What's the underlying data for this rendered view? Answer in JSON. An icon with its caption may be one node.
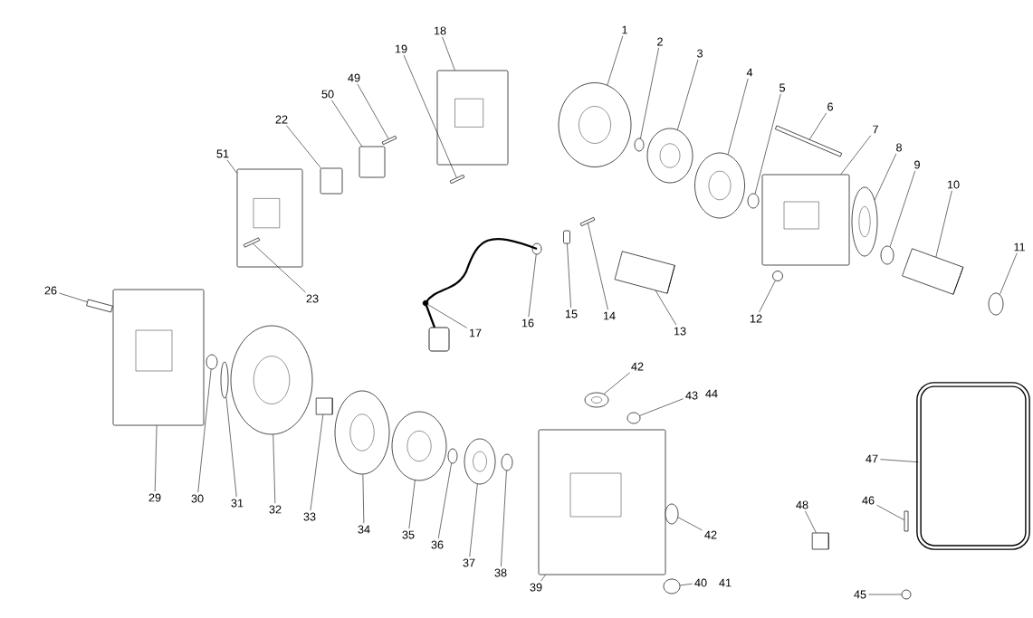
{
  "diagram": {
    "nodes": [
      {
        "text": [
          "1"
        ]
      },
      {
        "text": [
          "2"
        ]
      },
      {
        "text": [
          "3"
        ]
      },
      {
        "text": [
          "4"
        ]
      },
      {
        "text": [
          "5"
        ]
      },
      {
        "text": [
          "6"
        ]
      },
      {
        "text": [
          "7"
        ]
      },
      {
        "text": [
          "8"
        ]
      },
      {
        "text": [
          "9"
        ]
      },
      {
        "text": [
          "10"
        ]
      },
      {
        "text": [
          "11"
        ]
      },
      {
        "text": [
          "12"
        ]
      },
      {
        "text": [
          "13"
        ]
      },
      {
        "text": [
          "14"
        ]
      },
      {
        "text": [
          "15"
        ]
      },
      {
        "text": [
          "16"
        ]
      },
      {
        "text": [
          "17"
        ]
      },
      {
        "text": [
          "18"
        ]
      },
      {
        "text": [
          "19"
        ]
      },
      {
        "text": [
          "22"
        ]
      },
      {
        "text": [
          "23"
        ]
      },
      {
        "text": [
          "26"
        ]
      },
      {
        "text": [
          "29"
        ]
      },
      {
        "text": [
          "30"
        ]
      },
      {
        "text": [
          "31"
        ]
      },
      {
        "text": [
          "32"
        ]
      },
      {
        "text": [
          "33"
        ]
      },
      {
        "text": [
          "34"
        ]
      },
      {
        "text": [
          "35"
        ]
      },
      {
        "text": [
          "36"
        ]
      },
      {
        "text": [
          "37"
        ]
      },
      {
        "text": [
          "38"
        ]
      },
      {
        "text": [
          "39"
        ]
      },
      {
        "text": [
          "40"
        ]
      },
      {
        "text": [
          "42"
        ]
      },
      {
        "text": [
          "42"
        ]
      },
      {
        "text": [
          "43"
        ]
      },
      {
        "text": [
          "45"
        ]
      },
      {
        "text": [
          "46"
        ]
      },
      {
        "text": [
          "47"
        ]
      },
      {
        "text": [
          "48"
        ]
      },
      {
        "text": [
          "49"
        ]
      },
      {
        "text": [
          "50"
        ]
      },
      {
        "text": [
          "51"
        ]
      },
      {
        "text": [],
        "shape": "circle"
      },
      {
        "text": [],
        "shape": "circle"
      },
      {
        "text": [],
        "shape": "circle"
      },
      {
        "text": [],
        "shape": "circle"
      },
      {
        "text": [],
        "shape": "circle"
      },
      {
        "text": [],
        "shape": "bar"
      },
      {
        "text": [],
        "shape": "box"
      },
      {
        "text": [],
        "shape": "circle"
      },
      {
        "text": [],
        "shape": "circle"
      },
      {
        "text": [],
        "shape": "cylinder"
      },
      {
        "text": [],
        "shape": "circle"
      },
      {
        "text": [],
        "shape": "circle"
      },
      {
        "text": [],
        "shape": "cylinder"
      },
      {
        "text": [],
        "shape": "bar"
      },
      {
        "text": [],
        "shape": "box"
      },
      {
        "text": [],
        "shape": "circle"
      },
      {
        "text": [],
        "shape": "cable"
      },
      {
        "text": [],
        "shape": "box"
      },
      {
        "text": [],
        "shape": "bar"
      },
      {
        "text": [],
        "shape": "box"
      },
      {
        "text": [],
        "shape": "bar",
        "in": 87
      },
      {
        "text": [],
        "shape": "bar"
      },
      {
        "text": [],
        "shape": "box"
      },
      {
        "text": [],
        "shape": "circle"
      },
      {
        "text": [],
        "shape": "circle"
      },
      {
        "text": [],
        "shape": "circle"
      },
      {
        "text": [],
        "shape": "cylinder"
      },
      {
        "text": [],
        "shape": "circle"
      },
      {
        "text": [],
        "shape": "circle"
      },
      {
        "text": [],
        "shape": "circle"
      },
      {
        "text": [],
        "shape": "circle"
      },
      {
        "text": [],
        "shape": "circle"
      },
      {
        "text": [],
        "shape": "box"
      },
      {
        "text": [],
        "shape": "circle"
      },
      {
        "text": [],
        "shape": "circle"
      },
      {
        "text": [],
        "shape": "circle"
      },
      {
        "text": [],
        "shape": "circle"
      },
      {
        "text": [],
        "shape": "circle"
      },
      {
        "text": [],
        "shape": "bar"
      },
      {
        "text": [],
        "shape": "frame"
      },
      {
        "text": [],
        "shape": "cylinder"
      },
      {
        "text": [],
        "shape": "bar"
      },
      {
        "text": [],
        "shape": "box"
      },
      {
        "text": [],
        "shape": "box"
      }
    ],
    "edges": [
      {
        "from": 0,
        "to": 44,
        "arrow": "none"
      },
      {
        "from": 1,
        "to": 45,
        "arrow": "none"
      },
      {
        "from": 2,
        "to": 46,
        "arrow": "none"
      },
      {
        "from": 3,
        "to": 47,
        "arrow": "none"
      },
      {
        "from": 4,
        "to": 48,
        "arrow": "none"
      },
      {
        "from": 5,
        "to": 49,
        "arrow": "none"
      },
      {
        "from": 6,
        "to": 50,
        "arrow": "none"
      },
      {
        "from": 7,
        "to": 51,
        "arrow": "none"
      },
      {
        "from": 8,
        "to": 52,
        "arrow": "none"
      },
      {
        "from": 9,
        "to": 53,
        "arrow": "none"
      },
      {
        "from": 10,
        "to": 54,
        "arrow": "none"
      },
      {
        "from": 11,
        "to": 55,
        "arrow": "none"
      },
      {
        "from": 12,
        "to": 56,
        "arrow": "none"
      },
      {
        "from": 13,
        "to": 57,
        "arrow": "none"
      },
      {
        "from": 14,
        "to": 58,
        "arrow": "none"
      },
      {
        "from": 15,
        "to": 59,
        "arrow": "none"
      },
      {
        "from": 16,
        "to": 60,
        "arrow": "none"
      },
      {
        "from": 17,
        "to": 61,
        "arrow": "none"
      },
      {
        "from": 18,
        "to": 62,
        "arrow": "none"
      },
      {
        "from": 19,
        "to": 63,
        "arrow": "none"
      },
      {
        "from": 20,
        "to": 64,
        "arrow": "none"
      },
      {
        "from": 21,
        "to": 65,
        "arrow": "none"
      },
      {
        "from": 22,
        "to": 66,
        "arrow": "none"
      },
      {
        "from": 23,
        "to": 67,
        "arrow": "none"
      },
      {
        "from": 24,
        "to": 68,
        "arrow": "none"
      },
      {
        "from": 25,
        "to": 69,
        "arrow": "none"
      },
      {
        "from": 26,
        "to": 70,
        "arrow": "none"
      },
      {
        "from": 27,
        "to": 71,
        "arrow": "none"
      },
      {
        "from": 28,
        "to": 72,
        "arrow": "none"
      },
      {
        "from": 29,
        "to": 73,
        "arrow": "none"
      },
      {
        "from": 30,
        "to": 74,
        "arrow": "none"
      },
      {
        "from": 31,
        "to": 75,
        "arrow": "none"
      },
      {
        "from": 32,
        "to": 76,
        "arrow": "none"
      },
      {
        "from": 33,
        "to": 77,
        "arrow": "none"
      },
      {
        "from": 34,
        "to": 78,
        "arrow": "none"
      },
      {
        "from": 35,
        "to": 79,
        "arrow": "none"
      },
      {
        "from": 36,
        "to": 80,
        "arrow": "none"
      },
      {
        "from": 37,
        "to": 81,
        "arrow": "none"
      },
      {
        "from": 38,
        "to": 82,
        "arrow": "none"
      },
      {
        "from": 39,
        "to": 83,
        "arrow": "none"
      },
      {
        "from": 40,
        "to": 84,
        "arrow": "none"
      },
      {
        "from": 41,
        "to": 85,
        "arrow": "none"
      },
      {
        "from": 42,
        "to": 86,
        "arrow": "none"
      },
      {
        "from": 43,
        "to": 87,
        "arrow": "none"
      }
    ],
    "labels": [
      "41",
      "44"
    ]
  }
}
